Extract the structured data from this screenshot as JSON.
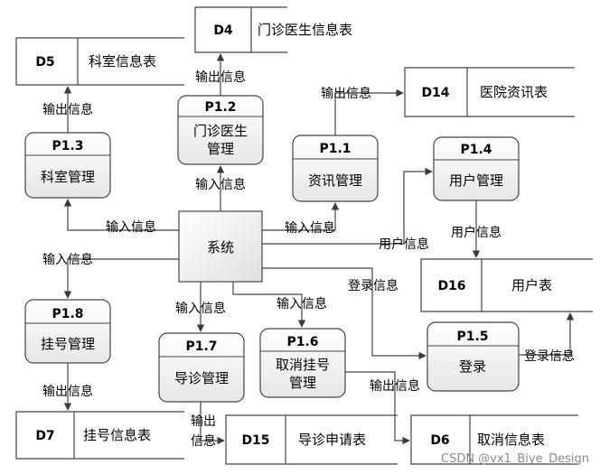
{
  "system": "系统",
  "processes": {
    "p11": {
      "id": "P1.1",
      "name": "资讯管理"
    },
    "p12": {
      "id": "P1.2",
      "name_line1": "门诊医生",
      "name_line2": "管理"
    },
    "p13": {
      "id": "P1.3",
      "name": "科室管理"
    },
    "p14": {
      "id": "P1.4",
      "name": "用户管理"
    },
    "p15": {
      "id": "P1.5",
      "name": "登录"
    },
    "p16": {
      "id": "P1.6",
      "name_line1": "取消挂号",
      "name_line2": "管理"
    },
    "p17": {
      "id": "P1.7",
      "name": "导诊管理"
    },
    "p18": {
      "id": "P1.8",
      "name": "挂号管理"
    }
  },
  "stores": {
    "d4": {
      "id": "D4",
      "name": "门诊医生信息表"
    },
    "d5": {
      "id": "D5",
      "name": "科室信息表"
    },
    "d6": {
      "id": "D6",
      "name": "取消信息表"
    },
    "d7": {
      "id": "D7",
      "name": "挂号信息表"
    },
    "d14": {
      "id": "D14",
      "name": "医院资讯表"
    },
    "d15": {
      "id": "D15",
      "name": "导诊申请表"
    },
    "d16": {
      "id": "D16",
      "name": "用户表"
    }
  },
  "flows": {
    "input": "输入信息",
    "output": "输出信息",
    "user": "用户信息",
    "login": "登录信息",
    "output_split1": "输出",
    "output_split2": "信息"
  },
  "watermark": "CSDN @vx1_Biye_Design"
}
